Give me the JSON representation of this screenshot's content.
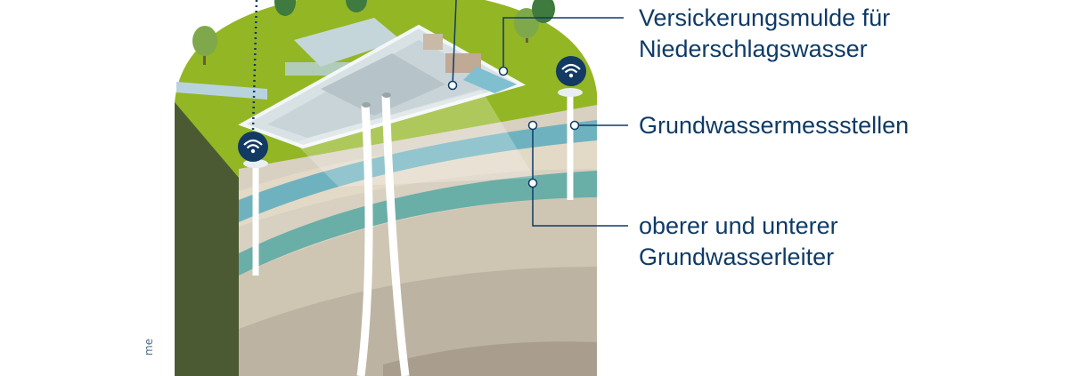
{
  "labels": {
    "infiltration_line1": "Versickerungsmulde für",
    "infiltration_line2": "Niederschlagswasser",
    "monitoring": "Grundwassermessstellen",
    "aquifer_line1": "oberer und unterer",
    "aquifer_line2": "Grundwasserleiter"
  },
  "side_text": "me",
  "icons": [
    "wifi-sensor-icon",
    "wifi-sensor-icon",
    "tree-icon"
  ],
  "colors": {
    "label_text": "#0f3b66",
    "grass": "#93b624",
    "soil_side": "#4b5a33",
    "aquifer": "#6fb2bf",
    "sediment": "#cfc6b5",
    "sensor": "#123a63"
  }
}
